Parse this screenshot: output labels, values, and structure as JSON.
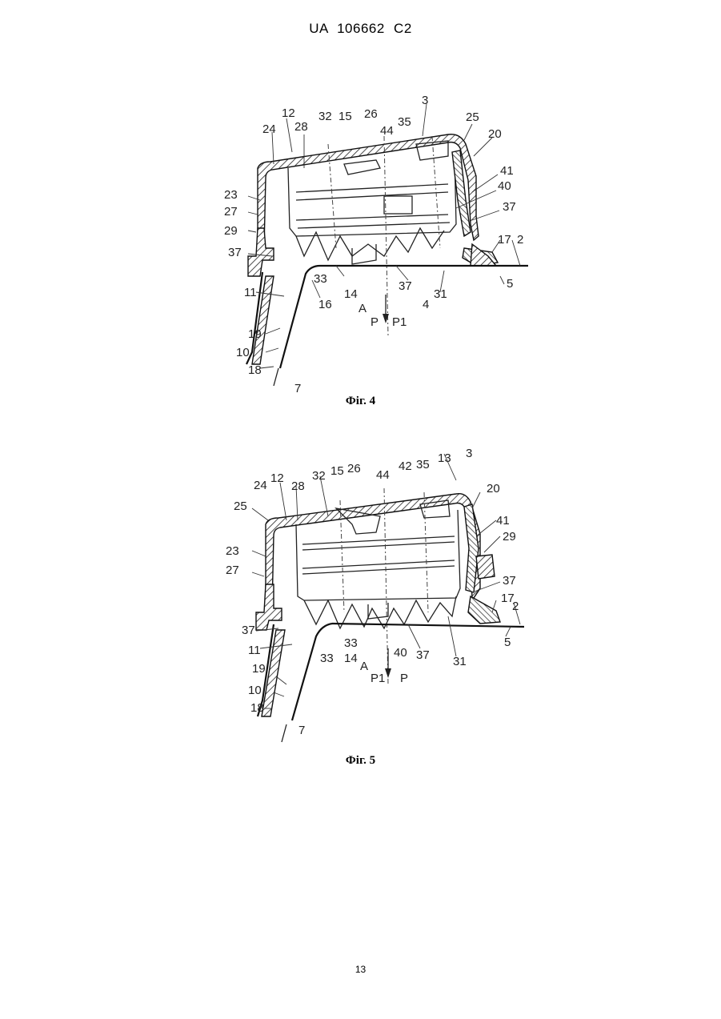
{
  "header": {
    "text": "UA   106662   C2"
  },
  "figure4": {
    "caption": "Фіг. 4",
    "labels": [
      "12",
      "24",
      "28",
      "32",
      "15",
      "26",
      "44",
      "35",
      "3",
      "25",
      "20",
      "41",
      "40",
      "23",
      "27",
      "37",
      "29",
      "37",
      "17",
      "2",
      "33",
      "14",
      "37",
      "31",
      "5",
      "11",
      "16",
      "A",
      "P",
      "P1",
      "4",
      "19",
      "10",
      "18",
      "7"
    ]
  },
  "figure5": {
    "caption": "Фіг. 5",
    "labels": [
      "24",
      "12",
      "28",
      "32",
      "15",
      "26",
      "44",
      "42",
      "35",
      "13",
      "3",
      "20",
      "25",
      "41",
      "29",
      "23",
      "27",
      "37",
      "37",
      "17",
      "2",
      "11",
      "33",
      "33",
      "14",
      "40",
      "37",
      "31",
      "5",
      "A",
      "P1",
      "P",
      "19",
      "10",
      "18",
      "7"
    ]
  },
  "footer": {
    "page_number": "13"
  }
}
